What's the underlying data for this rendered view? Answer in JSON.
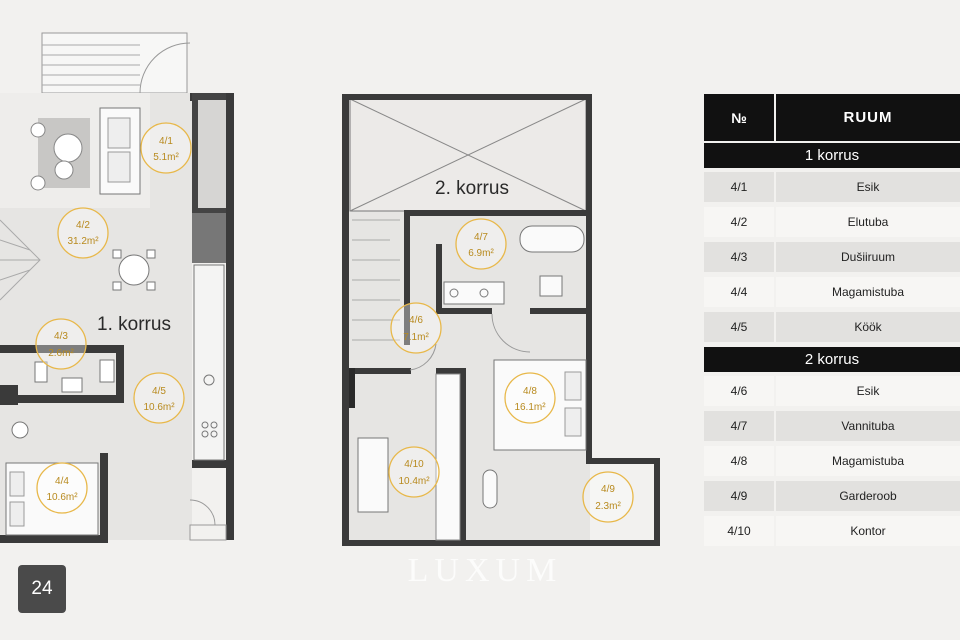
{
  "floors": {
    "first": "1. korrus",
    "second": "2. korrus"
  },
  "rooms": {
    "r41": {
      "id": "4/1",
      "area": "5.1m²"
    },
    "r42": {
      "id": "4/2",
      "area": "31.2m²"
    },
    "r43": {
      "id": "4/3",
      "area": "2.6m²"
    },
    "r44": {
      "id": "4/4",
      "area": "10.6m²"
    },
    "r45": {
      "id": "4/5",
      "area": "10.6m²"
    },
    "r46": {
      "id": "4/6",
      "area": "7.1m²"
    },
    "r47": {
      "id": "4/7",
      "area": "6.9m²"
    },
    "r48": {
      "id": "4/8",
      "area": "16.1m²"
    },
    "r49": {
      "id": "4/9",
      "area": "2.3m²"
    },
    "r410": {
      "id": "4/10",
      "area": "10.4m²"
    }
  },
  "table": {
    "col_no": "№",
    "col_room": "RUUM",
    "section1": "1 korrus",
    "section2": "2 korrus",
    "rows1": [
      {
        "no": "4/1",
        "name": "Esik"
      },
      {
        "no": "4/2",
        "name": "Elutuba"
      },
      {
        "no": "4/3",
        "name": "Dušiiruum"
      },
      {
        "no": "4/4",
        "name": "Magamistuba"
      },
      {
        "no": "4/5",
        "name": "Köök"
      }
    ],
    "rows2": [
      {
        "no": "4/6",
        "name": "Esik"
      },
      {
        "no": "4/7",
        "name": "Vannituba"
      },
      {
        "no": "4/8",
        "name": "Magamistuba"
      },
      {
        "no": "4/9",
        "name": "Garderoob"
      },
      {
        "no": "4/10",
        "name": "Kontor"
      }
    ]
  },
  "page_number": "24",
  "watermark": "LUXUM",
  "colors": {
    "wall": "#3a3a3a",
    "floor": "#e6e5e3",
    "accent": "#e8b84a",
    "table_header": "#111111"
  }
}
